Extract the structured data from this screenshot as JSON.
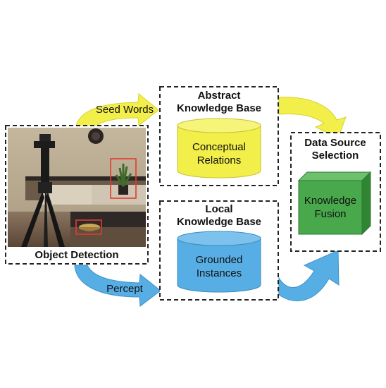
{
  "object_detection": {
    "label": "Object Detection"
  },
  "abstract_kb": {
    "title_line1": "Abstract",
    "title_line2": "Knowledge Base",
    "cylinder_line1": "Conceptual",
    "cylinder_line2": "Relations"
  },
  "local_kb": {
    "title_line1": "Local",
    "title_line2": "Knowledge Base",
    "cylinder_line1": "Grounded",
    "cylinder_line2": "Instances"
  },
  "data_source": {
    "title_line1": "Data Source",
    "title_line2": "Selection",
    "cube_line1": "Knowledge",
    "cube_line2": "Fusion"
  },
  "arrows": {
    "seed_words": "Seed Words",
    "percept": "Percept"
  },
  "colors": {
    "yellow": "#f2ee4a",
    "blue": "#57aee4",
    "green": "#48a84b",
    "border": "#222222",
    "detection_box": "#e33b2e"
  }
}
